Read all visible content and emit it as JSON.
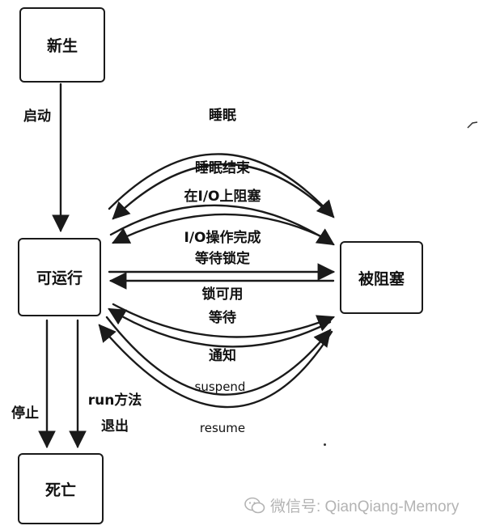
{
  "states": {
    "new": "新生",
    "runnable": "可运行",
    "blocked": "被阻塞",
    "dead": "死亡"
  },
  "transitions": {
    "start": "启动",
    "sleep": "睡眠",
    "sleep_end": "睡眠结束",
    "io_block": "在I/O上阻塞",
    "io_done": "I/O操作完成",
    "wait_lock": "等待锁定",
    "lock_available": "锁可用",
    "wait": "等待",
    "notify": "通知",
    "suspend": "suspend",
    "resume": "resume",
    "stop": "停止",
    "run_method": "run方法",
    "exit": "退出"
  },
  "watermark": {
    "icon": "wechat-icon",
    "text": "微信号: QianQiang-Memory"
  },
  "colors": {
    "line": "#1a1a1a",
    "watermark": "#b3b3b3"
  }
}
